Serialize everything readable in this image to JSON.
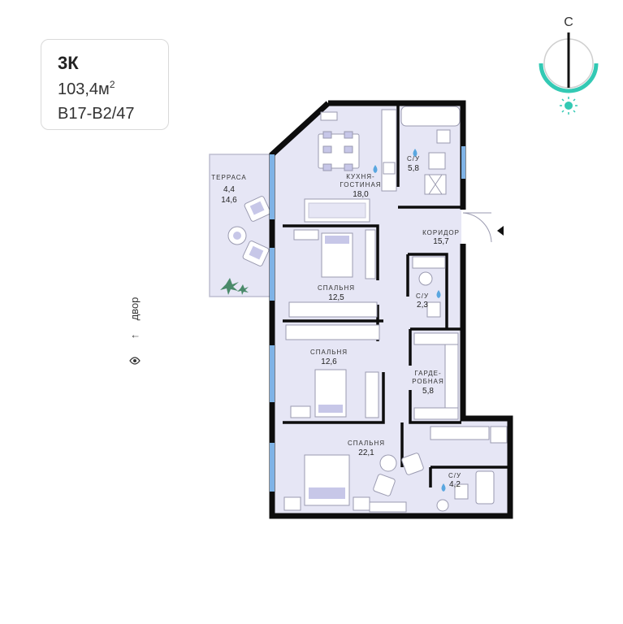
{
  "apartment": {
    "rooms": "3К",
    "area_value": "103,4м",
    "area_unit_sup": "2",
    "code": "В17-В2/47"
  },
  "compass": {
    "north_label": "С"
  },
  "yard": {
    "label": "двор",
    "arrow": "↑"
  },
  "rooms": {
    "terrace": {
      "name": "ТЕРРАСА",
      "area1": "4,4",
      "area2": "14,6"
    },
    "kitchen": {
      "name1": "КУХНЯ-",
      "name2": "ГОСТИНАЯ",
      "area": "18,0"
    },
    "bath1": {
      "name": "С/У",
      "area": "5,8"
    },
    "corridor": {
      "name": "КОРИДОР",
      "area": "15,7"
    },
    "bedroom1": {
      "name": "СПАЛЬНЯ",
      "area": "12,5"
    },
    "wc2": {
      "name": "С/У",
      "area": "2,3"
    },
    "bedroom2": {
      "name": "СПАЛЬНЯ",
      "area": "12,6"
    },
    "wardrobe": {
      "name1": "ГАРДЕ-",
      "name2": "РОБНАЯ",
      "area": "5,8"
    },
    "bedroom3": {
      "name": "СПАЛЬНЯ",
      "area": "22,1"
    },
    "bath3": {
      "name": "С/У",
      "area": "4,2"
    }
  },
  "colors": {
    "wall": "#0d0d0d",
    "floor": "#e6e6f5",
    "furniture_fill": "#ffffff",
    "furniture_stroke": "#9a9ab0",
    "accent_blue": "#5aa7e0",
    "compass_teal": "#33c9b4",
    "window": "#7fb3e6"
  }
}
